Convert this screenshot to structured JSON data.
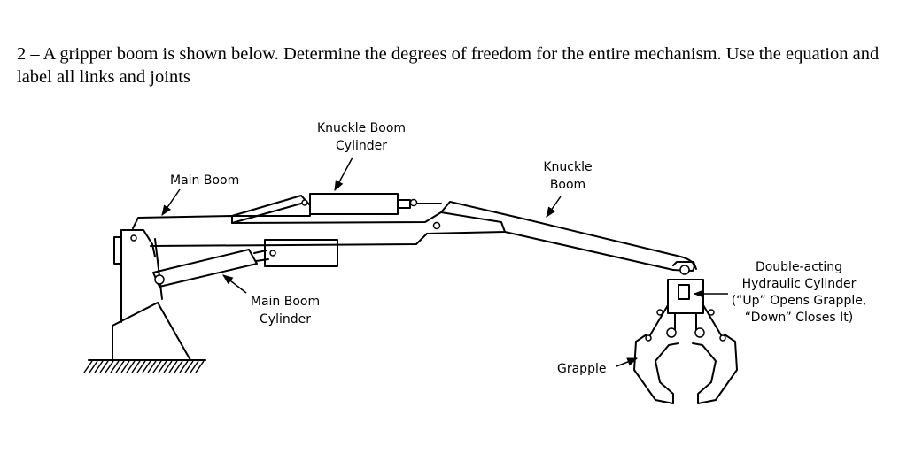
{
  "question": {
    "text": "2 – A gripper boom is shown below. Determine the degrees of freedom for the entire mechanism. Use the equation and label all links and joints"
  },
  "labels": {
    "main_boom": "Main Boom",
    "knuckle_boom_cylinder": [
      "Knuckle Boom",
      "Cylinder"
    ],
    "knuckle_boom": [
      "Knuckle",
      "Boom"
    ],
    "main_boom_cylinder": [
      "Main Boom",
      "Cylinder"
    ],
    "double_acting": [
      "Double-acting",
      "Hydraulic Cylinder",
      "(“Up” Opens Grapple,",
      "“Down” Closes It)"
    ],
    "grapple": "Grapple"
  }
}
